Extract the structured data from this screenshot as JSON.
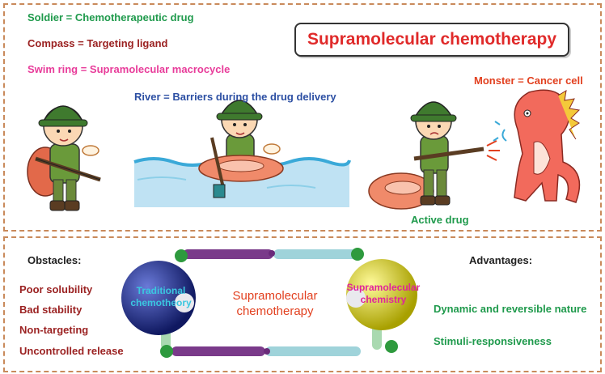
{
  "legend": {
    "soldier": "Soldier = Chemotherapeutic drug",
    "compass": "Compass = Targeting ligand",
    "swim_ring": "Swim ring = Supramolecular macrocycle",
    "river": "River = Barriers during the drug delivery",
    "monster": "Monster = Cancer cell"
  },
  "title": "Supramolecular chemotherapy",
  "active_drug": "Active drug",
  "obstacles": {
    "heading": "Obstacles:",
    "items": [
      "Poor solubility",
      "Bad stability",
      "Non-targeting",
      "Uncontrolled release"
    ]
  },
  "advantages": {
    "heading": "Advantages:",
    "items": [
      "Dynamic and reversible nature",
      "Stimuli-responsiveness"
    ]
  },
  "spheres": {
    "left_label": "Traditional chemotheory",
    "right_label": "Supramolecular chemistry",
    "center_label": "Supramolecular chemotherapy"
  },
  "colors": {
    "green_text": "#1f9a4c",
    "dark_red_text": "#9b2222",
    "pink_text": "#e83c9a",
    "blue_text": "#2c4fa3",
    "red_text": "#e2401f",
    "left_sphere": "#1e2d8c",
    "right_sphere": "#e8e21c"
  }
}
